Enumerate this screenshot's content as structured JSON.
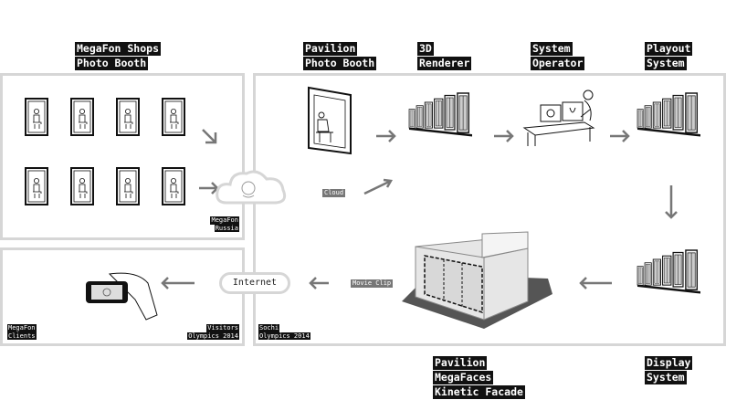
{
  "labels": {
    "shops": [
      "MegaFon Shops",
      "Photo Booth"
    ],
    "pavilion_booth": [
      "Pavilion",
      "Photo Booth"
    ],
    "renderer": [
      "3D",
      "Renderer"
    ],
    "operator": [
      "System",
      "Operator"
    ],
    "playout": [
      "Playout",
      "System"
    ],
    "facade": [
      "Pavilion",
      "MegaFaces",
      "Kinetic Facade"
    ],
    "display": [
      "Display",
      "System"
    ]
  },
  "corner_labels": {
    "russia": [
      "MegaFon",
      "Russia"
    ],
    "clients": [
      "MegaFon",
      "Clients"
    ],
    "visitors": [
      "Visitors",
      "Olympics 2014"
    ],
    "sochi": [
      "Sochi",
      "Olympics 2014"
    ]
  },
  "connectors": {
    "cloud": "Cloud",
    "internet": "Internet",
    "movie_clip": "Movie Clip"
  },
  "colors": {
    "panel_border": "#d6d6d6",
    "arrow": "#777777",
    "label_bg": "#111111"
  }
}
